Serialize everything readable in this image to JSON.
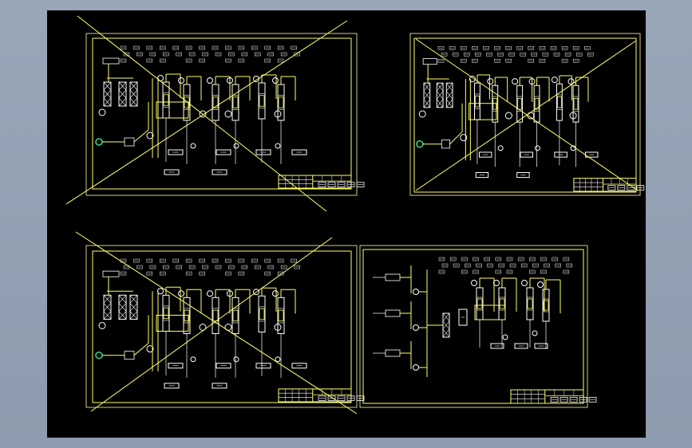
{
  "colors": {
    "background": "#000000",
    "frame": "#ffff66",
    "equipment": "#ffffff",
    "accent": "#33dd88",
    "window": "#93a2b5"
  },
  "sheets": [
    {
      "name": "sheet-top-left",
      "crossed": true
    },
    {
      "name": "sheet-top-right",
      "crossed": true
    },
    {
      "name": "sheet-bottom-left",
      "crossed": true
    },
    {
      "name": "sheet-bottom-right",
      "crossed": false
    }
  ]
}
